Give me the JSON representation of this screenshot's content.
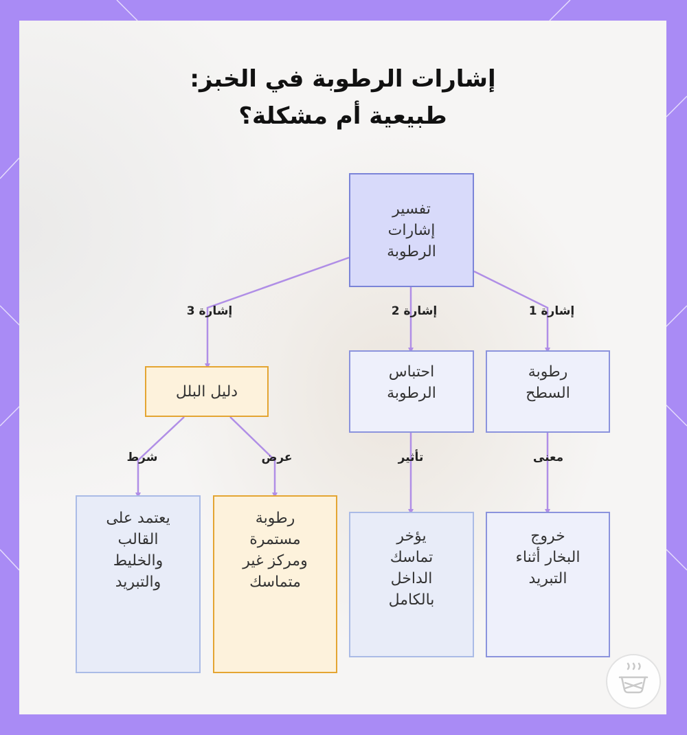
{
  "title": {
    "line1": "إشارات الرطوبة في الخبز:",
    "line2": "طبيعية أم مشكلة؟"
  },
  "nodes": {
    "root": "تفسير\nإشارات\nالرطوبة",
    "surface_moisture": "رطوبة\nالسطح",
    "moisture_retention": "احتباس\nالرطوبة",
    "wetness_evidence": "دليل البلل",
    "steam_exit": "خروج\nالبخار أثناء\nالتبريد",
    "delays_setting": "يؤخر\nتماسك\nالداخل\nبالكامل",
    "persistent_moisture": "رطوبة\nمستمرة\nومركز غير\nمتماسك",
    "depends_on": "يعتمد على\nالقالب\nوالخليط\nوالتبريد"
  },
  "edge_labels": {
    "sign1": "إشارة 1",
    "sign2": "إشارة 2",
    "sign3": "إشارة 3",
    "meaning": "معنى",
    "effect": "تأثير",
    "symptom": "عرض",
    "condition": "شرط"
  },
  "colors": {
    "frame": "#a98bf5",
    "edge": "#b08ee6",
    "root_fill": "#d8dafa",
    "orange_border": "#e4a532"
  },
  "icons": [
    "bread-basket-logo-icon"
  ]
}
